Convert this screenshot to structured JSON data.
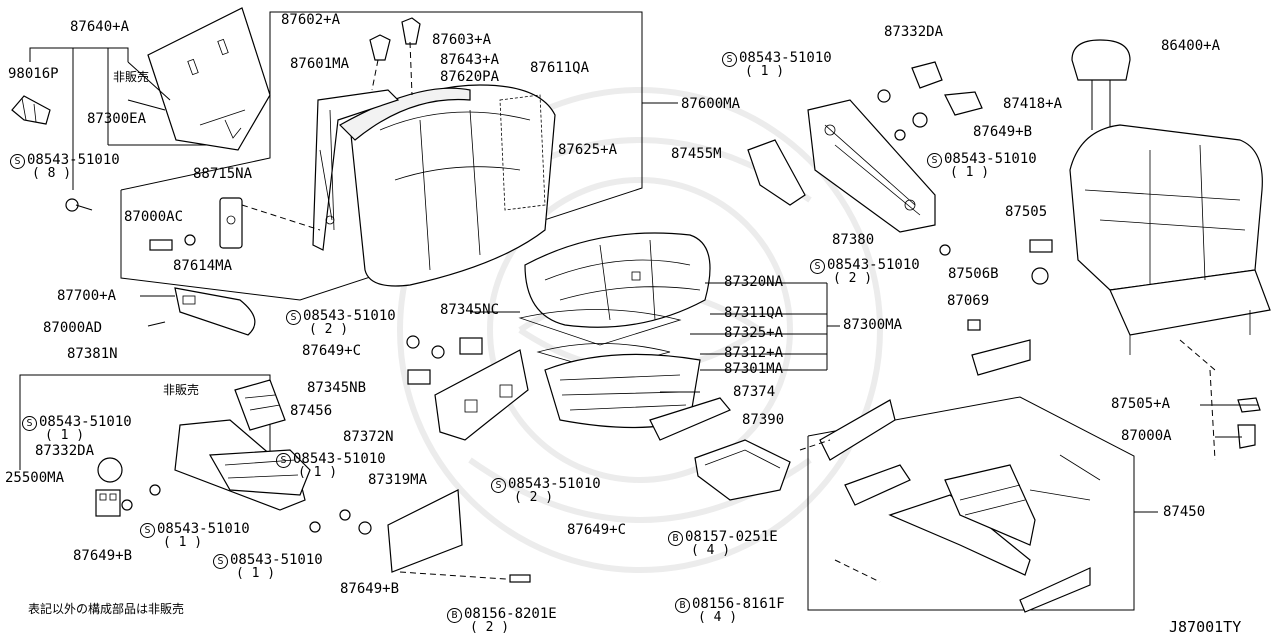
{
  "diagram_code": "J87001TY",
  "footnote": "表記以外の構成部品は非販売",
  "not_sold_text": "非販売",
  "parts": {
    "p87640A": "87640+A",
    "p98016P": "98016P",
    "p87300EA": "87300EA",
    "s1_num": "08543-51010",
    "s1_qty": "( 8 )",
    "p88715NA": "88715NA",
    "p87000AC": "87000AC",
    "p87614MA": "87614MA",
    "p87700A": "87700+A",
    "p87000AD": "87000AD",
    "p87381N": "87381N",
    "s2_num": "08543-51010",
    "s2_qty": "( 1 )",
    "p87332DA_l": "87332DA",
    "p25500MA": "25500MA",
    "p87649B_l": "87649+B",
    "p87456": "87456",
    "s3_num": "08543-51010",
    "s3_qty": "( 1 )",
    "s4_num": "08543-51010",
    "s4_qty": "( 1 )",
    "s5_num": "08543-51010",
    "s5_qty": "( 1 )",
    "p87602A": "87602+A",
    "p87603A": "87603+A",
    "p87601MA": "87601MA",
    "p87643A": "87643+A",
    "p87620PA": "87620PA",
    "p87611QA": "87611QA",
    "p87600MA": "87600MA",
    "p87625A": "87625+A",
    "s6_num": "08543-51010",
    "s6_qty": "( 2 )",
    "p87345NC": "87345NC",
    "p87649C_1": "87649+C",
    "p87345NB": "87345NB",
    "p87372N": "87372N",
    "p87319MA": "87319MA",
    "p87649B_b": "87649+B",
    "b1_num": "08156-8201E",
    "b1_qty": "( 2 )",
    "p87320NA": "87320NA",
    "p87311QA": "87311QA",
    "p87325A": "87325+A",
    "p87300MA": "87300MA",
    "p87312A": "87312+A",
    "p87301MA": "87301MA",
    "p87374": "87374",
    "p87390": "87390",
    "s7_num": "08543-51010",
    "s7_qty": "( 2 )",
    "p87649C_2": "87649+C",
    "b2_num": "08157-0251E",
    "b2_qty": "( 4 )",
    "b3_num": "08156-8161F",
    "b3_qty": "( 4 )",
    "p87332DA_r": "87332DA",
    "s8_num": "08543-51010",
    "s8_qty": "( 1 )",
    "p87418A": "87418+A",
    "p87649B_r": "87649+B",
    "s9_num": "08543-51010",
    "s9_qty": "( 1 )",
    "p87455M": "87455M",
    "p87380": "87380",
    "s10_num": "08543-51010",
    "s10_qty": "( 2 )",
    "p86400A": "86400+A",
    "p87505": "87505",
    "p87506B": "87506B",
    "p87069": "87069",
    "p87505A": "87505+A",
    "p87000A": "87000A",
    "p87450": "87450"
  },
  "circle_marks": {
    "screw": "S",
    "bolt": "B"
  }
}
